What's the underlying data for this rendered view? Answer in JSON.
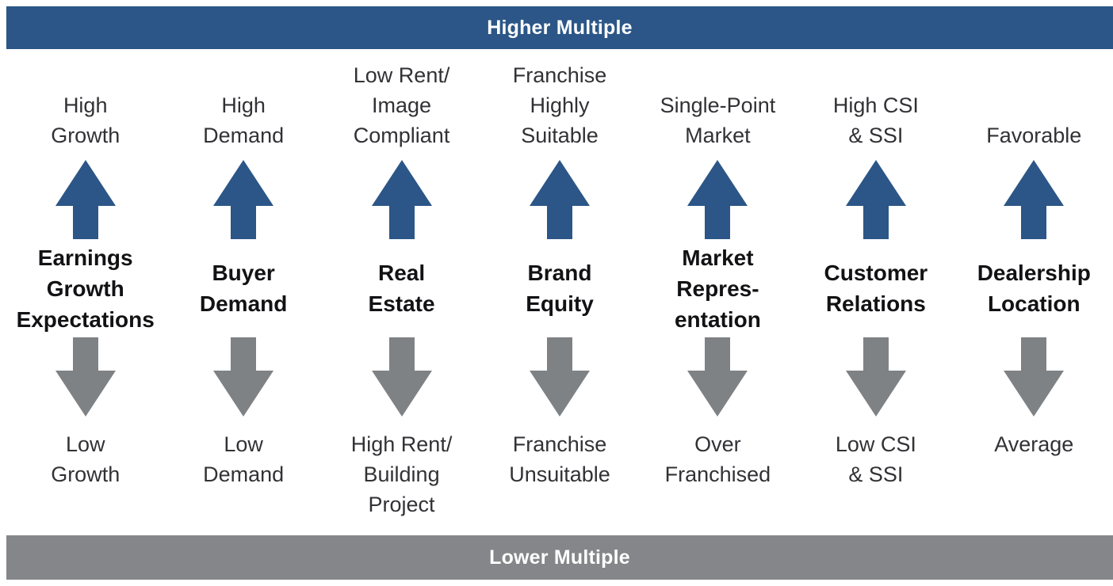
{
  "header_banner": {
    "label": "Higher Multiple"
  },
  "footer_banner": {
    "label": "Lower Multiple"
  },
  "colors": {
    "accent_blue": "#2B5687",
    "arrow_gray": "#7F8285",
    "banner_gray": "#84868A",
    "label_text": "#323236",
    "name_text": "#121214",
    "banner_text": "#FFFFFF"
  },
  "columns": [
    {
      "top": "High\nGrowth",
      "name": "Earnings\nGrowth\nExpectations",
      "bottom": "Low\nGrowth"
    },
    {
      "top": "High\nDemand",
      "name": "Buyer\nDemand",
      "bottom": "Low\nDemand"
    },
    {
      "top": "Low Rent/\nImage\nCompliant",
      "name": "Real\nEstate",
      "bottom": "High Rent/\nBuilding\nProject"
    },
    {
      "top": "Franchise\nHighly\nSuitable",
      "name": "Brand\nEquity",
      "bottom": "Franchise\nUnsuitable"
    },
    {
      "top": "Single-Point\nMarket",
      "name": "Market\nRepres-\nentation",
      "bottom": "Over\nFranchised"
    },
    {
      "top": "High CSI\n& SSI",
      "name": "Customer\nRelations",
      "bottom": "Low CSI\n& SSI"
    },
    {
      "top": "Favorable",
      "name": "Dealership\nLocation",
      "bottom": "Average"
    }
  ]
}
